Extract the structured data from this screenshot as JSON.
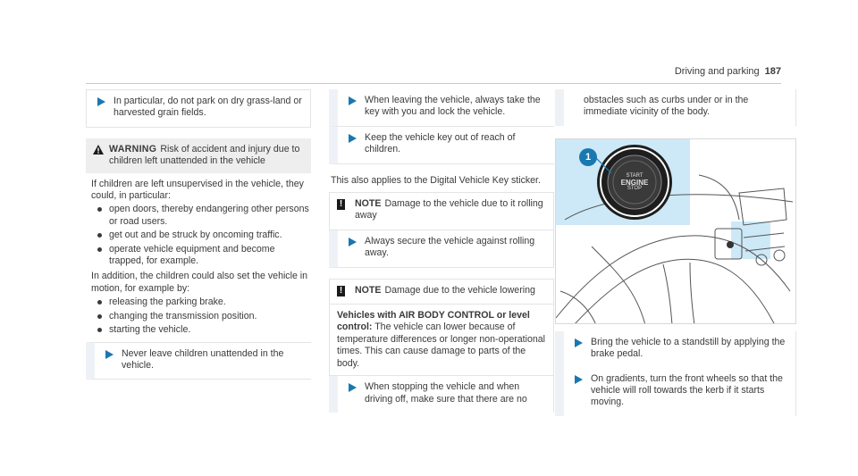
{
  "header": {
    "section": "Driving and parking",
    "page_number": "187"
  },
  "col1": {
    "step_grass": "In particular, do not park on dry grass-land or harvested grain fields.",
    "warning": {
      "label": "WARNING",
      "title": "Risk of accident and injury due to children left unattended in the vehicle",
      "intro": "If children are left unsupervised in the vehicle, they could, in particular:",
      "bullets": [
        "open doors, thereby endangering other persons or road users.",
        "get out and be struck by oncoming traffic.",
        "operate vehicle equipment and become trapped, for example."
      ],
      "middle": "In addition, the children could also set the vehicle in motion, for example by:",
      "bullets2": [
        "releasing the parking brake.",
        "changing the transmission position.",
        "starting the vehicle."
      ],
      "step_never": "Never leave children unattended in the vehicle."
    }
  },
  "col2": {
    "step_leaving": "When leaving the vehicle, always take the key with you and lock the vehicle.",
    "step_keep_key": "Keep the vehicle key out of reach of children.",
    "digital_key": "This also applies to the Digital Vehicle Key sticker.",
    "note1": {
      "label": "NOTE",
      "text": "Damage to the vehicle due to it rolling away"
    },
    "step_secure": "Always secure the vehicle against rolling away.",
    "note2": {
      "label": "NOTE",
      "text": "Damage due to the vehicle lowering",
      "subhead": "Vehicles with AIR BODY CONTROL or level control:",
      "body": "The vehicle can lower because of temperature differences or longer non-operational times. This can cause damage to parts of the body.",
      "step_stopping": "When stopping the vehicle and when driving off, make sure that there are no"
    }
  },
  "col3": {
    "continuation": "obstacles such as curbs under or in the immediate vicinity of the body.",
    "figure": {
      "callout": "1",
      "button_top": "START",
      "button_mid": "ENGINE",
      "button_bot": "STOP"
    },
    "step_standstill": "Bring the vehicle to a standstill by applying the brake pedal.",
    "step_gradients": "On gradients, turn the front wheels so that the vehicle will roll towards the kerb if it starts moving."
  },
  "colors": {
    "warning_bg": "#eeeeee",
    "highlight": "#cde9f7",
    "callout": "#1a78b0",
    "text": "#3a3a3a"
  },
  "icons": {
    "step": "triangle-arrow-icon",
    "warning": "warning-triangle-icon",
    "note": "exclamation-icon"
  }
}
